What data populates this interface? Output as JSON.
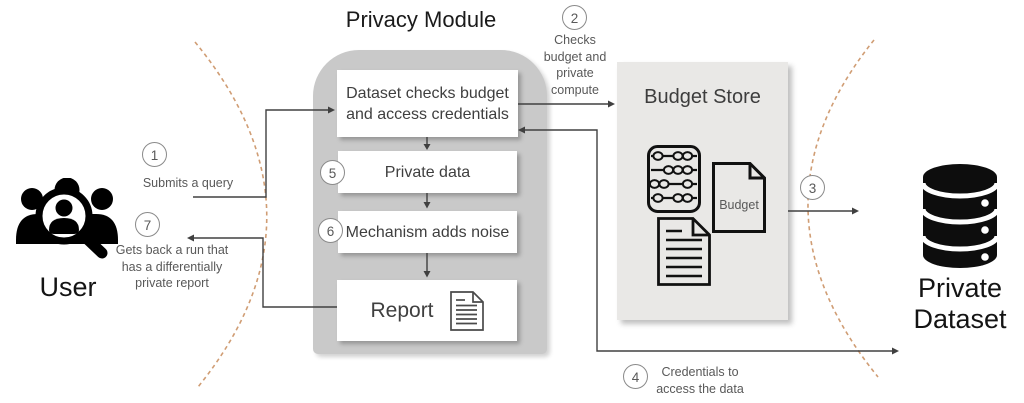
{
  "title": "Privacy Module",
  "user": {
    "label": "User"
  },
  "module": {
    "box1_lines": [
      "Dataset checks budget",
      "and access credentials"
    ],
    "box2": "Private data",
    "box3": "Mechanism adds noise",
    "box4": "Report"
  },
  "budget_store": {
    "title": "Budget Store",
    "doc_label": "Budget"
  },
  "private_dataset": {
    "label_lines": [
      "Private",
      "Dataset"
    ]
  },
  "steps": {
    "s1": {
      "num": "1",
      "label": "Submits a query"
    },
    "s2": {
      "num": "2",
      "label_lines": [
        "Checks",
        "budget and",
        "private",
        "compute"
      ]
    },
    "s3": {
      "num": "3"
    },
    "s4": {
      "num": "4",
      "label_lines": [
        "Credentials to",
        "access the data"
      ]
    },
    "s5": {
      "num": "5"
    },
    "s6": {
      "num": "6"
    },
    "s7": {
      "num": "7",
      "label_lines": [
        "Gets back a run that",
        "has a differentially",
        "private report"
      ]
    }
  },
  "colors": {
    "zone_arc": "#d09d74",
    "connector_line": "#404040",
    "module_bg": "#c9c9c9",
    "store_bg": "#e9e8e6"
  }
}
